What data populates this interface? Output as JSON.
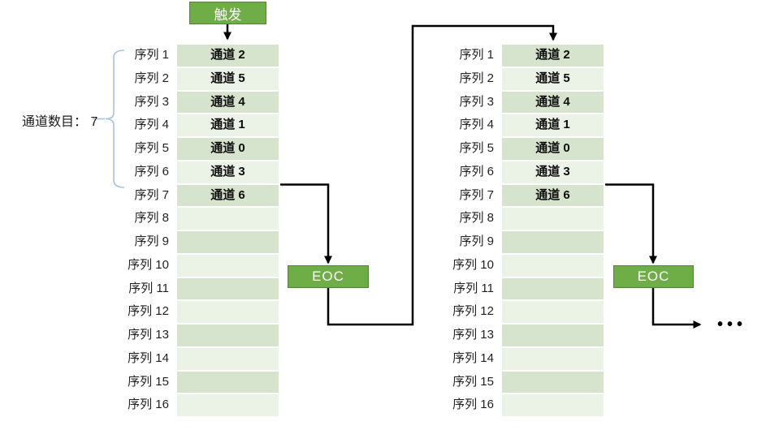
{
  "diagram": {
    "trigger_label": "触发",
    "channel_count_label": "通道数目： 7",
    "eoc_label": "EOC",
    "ellipsis": "•••"
  },
  "sequence_table": {
    "row_labels": [
      "序列 1",
      "序列 2",
      "序列 3",
      "序列 4",
      "序列 5",
      "序列 6",
      "序列 7",
      "序列 8",
      "序列 9",
      "序列 10",
      "序列 11",
      "序列 12",
      "序列 13",
      "序列 14",
      "序列 15",
      "序列 16"
    ],
    "channel_values": [
      "通道 2",
      "通道 5",
      "通道 4",
      "通道 1",
      "通道 0",
      "通道 3",
      "通道 6",
      "",
      "",
      "",
      "",
      "",
      "",
      "",
      "",
      ""
    ]
  },
  "colors": {
    "accent_green": "#6fad47",
    "green_border": "#538135",
    "row_dark": "#d6e4cd",
    "row_light": "#ebf2e6",
    "bracket_blue": "#a6c3e2",
    "arrow_black": "#000000"
  }
}
